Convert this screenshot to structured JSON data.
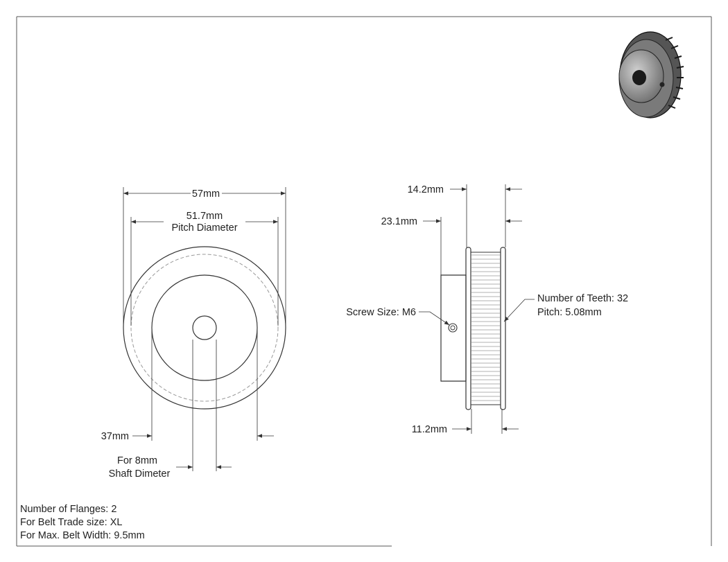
{
  "front_view": {
    "outer_diameter": "57mm",
    "pitch_diameter_value": "51.7mm",
    "pitch_diameter_label": "Pitch Diameter",
    "hub_diameter": "37mm",
    "bore_line1": "For 8mm",
    "bore_line2": "Shaft Dimeter"
  },
  "side_view": {
    "dim_top": "14.2mm",
    "dim_overall": "23.1mm",
    "dim_bottom": "11.2mm",
    "screw": "Screw Size: M6",
    "teeth": "Number of Teeth: 32",
    "pitch": "Pitch: 5.08mm"
  },
  "notes": {
    "flanges": "Number of Flanges: 2",
    "belt_size": "For Belt Trade size: XL",
    "belt_width": "For Max. Belt Width: 9.5mm"
  },
  "icons": {
    "preview": "pulley-3d-preview-icon"
  }
}
